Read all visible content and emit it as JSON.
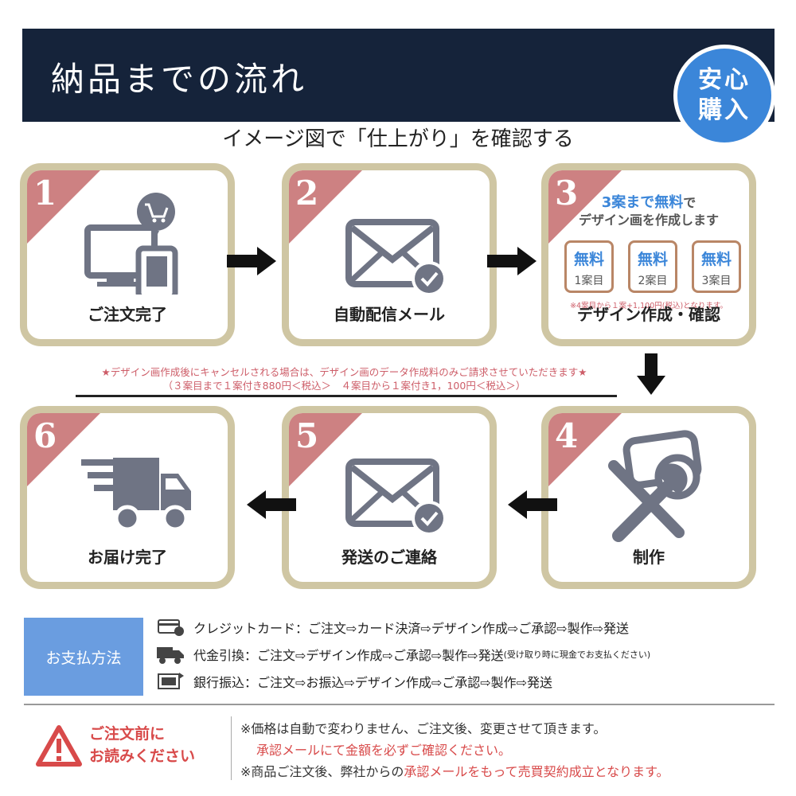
{
  "header": {
    "title": "納品までの流れ"
  },
  "badge": {
    "line1": "安心",
    "line2": "購入"
  },
  "subtitle": "イメージ図で「仕上がり」を確認する",
  "steps": [
    {
      "num": "1",
      "label": "ご注文完了",
      "icon": "computer-phone-cart-icon"
    },
    {
      "num": "2",
      "label": "自動配信メール",
      "icon": "mail-check-icon"
    },
    {
      "num": "3",
      "label": "デザイン作成・確認",
      "icon": "free-design-icon"
    },
    {
      "num": "4",
      "label": "制作",
      "icon": "tools-icon"
    },
    {
      "num": "5",
      "label": "発送のご連絡",
      "icon": "mail-check-icon"
    },
    {
      "num": "6",
      "label": "お届け完了",
      "icon": "delivery-truck-icon"
    }
  ],
  "step3": {
    "head_blue": "3案まで無料",
    "head_suffix": "で",
    "head_line2": "デザイン画を作成します",
    "boxes": [
      {
        "free": "無料",
        "label": "1案目"
      },
      {
        "free": "無料",
        "label": "2案目"
      },
      {
        "free": "無料",
        "label": "3案目"
      }
    ],
    "note": "※4案目から１案+1,100円(税込)となります。"
  },
  "cancel_note": {
    "line1": "★デザイン画作成後にキャンセルされる場合は、デザイン画のデータ作成料のみご請求させていただきます★",
    "line2": "（３案目まで１案付き880円＜税込＞　４案目から１案付き1，100円＜税込＞）"
  },
  "payment": {
    "title": "お支払方法",
    "rows": [
      {
        "icon": "credit-card-icon",
        "text": "クレジットカード：ご注文⇨カード決済⇨デザイン作成⇨ご承認⇨製作⇨発送",
        "small": ""
      },
      {
        "icon": "cod-truck-icon",
        "text": "代金引換：ご注文⇨デザイン作成⇨ご承認⇨製作⇨発送",
        "small": "(受け取り時に現金でお支払ください)"
      },
      {
        "icon": "bank-transfer-icon",
        "text": "銀行振込：ご注文⇨お振込⇨デザイン作成⇨ご承認⇨製作⇨発送",
        "small": ""
      }
    ]
  },
  "warning": {
    "line1": "ご注文前に",
    "line2": "お読みください",
    "notes": {
      "n1": "※価格は自動で変わりません、ご注文後、変更させて頂きます。",
      "n2": "承認メールにて金額を必ずご確認ください。",
      "n3_pre": "※商品ご注文後、弊社からの",
      "n3_red": "承認メールをもって売買契約成立となります。"
    }
  },
  "colors": {
    "navy": "#15233a",
    "accent_blue": "#3b86d9",
    "corner": "#cd8182",
    "card_border": "#cfc6a3",
    "red": "#d84a4a"
  }
}
